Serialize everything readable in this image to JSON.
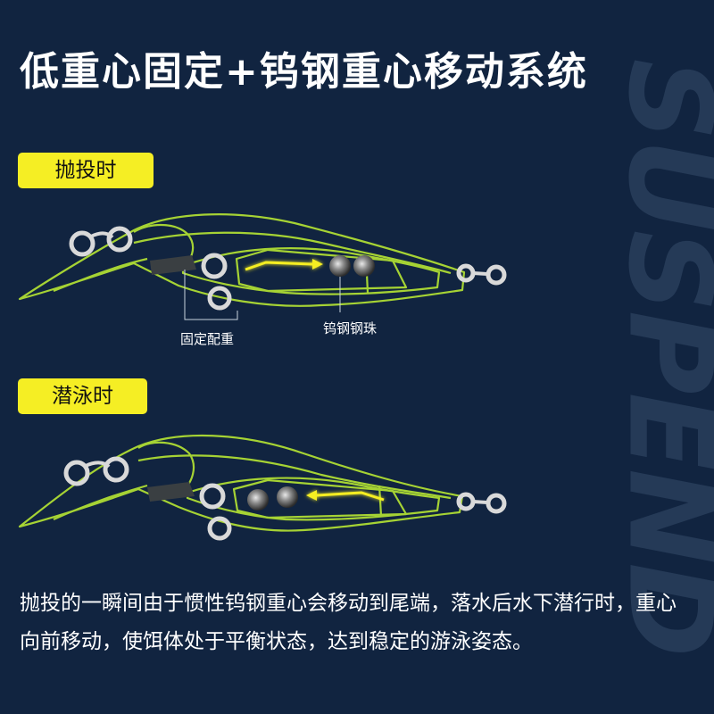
{
  "title": "低重心固定+钨钢重心移动系统",
  "watermark": "SUSPEND",
  "sections": {
    "cast": {
      "label": "抛投时"
    },
    "swim": {
      "label": "潜泳时"
    }
  },
  "callouts": {
    "fixed_weight": "固定配重",
    "tungsten_balls": "钨钢钢珠"
  },
  "description": "抛投的一瞬间由于惯性钨钢重心会移动到尾端，落水后水下潜行时，重心向前移动，使饵体处于平衡状态，达到稳定的游泳姿态。",
  "colors": {
    "background": "#112440",
    "accent_yellow": "#f5ee24",
    "outline_green": "#a6d334",
    "watermark": "#253a57"
  }
}
